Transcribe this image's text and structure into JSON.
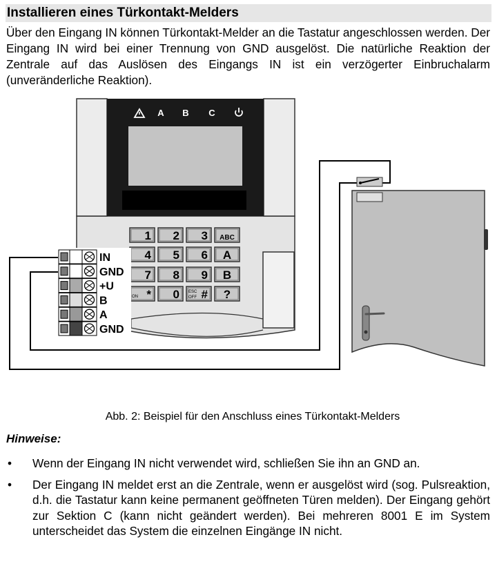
{
  "title": "Installieren eines Türkontakt-Melders",
  "intro": "Über den Eingang IN können Türkontakt-Melder an die Tastatur angeschlossen werden. Der Eingang IN wird bei einer Trennung von GND ausgelöst. Die natürliche Reaktion der Zentrale auf das Auslösen des Eingangs IN ist ein verzögerter Einbruchalarm (unveränderliche Reaktion).",
  "keypad": {
    "indicators": [
      "A",
      "B",
      "C"
    ],
    "keys": [
      [
        "1",
        "2",
        "3",
        "ABC"
      ],
      [
        "4",
        "5",
        "6",
        "A"
      ],
      [
        "7",
        "8",
        "9",
        "B"
      ],
      [
        "*",
        "0",
        "#",
        "?"
      ]
    ],
    "key_small": {
      "on": "ON",
      "esc": "ESC",
      "off": "OFF"
    }
  },
  "terminals": [
    "IN",
    "GND",
    "+U",
    "B",
    "A",
    "GND"
  ],
  "caption": "Abb. 2: Beispiel für den Anschluss eines Türkontakt-Melders",
  "notes_heading": "Hinweise:",
  "notes": [
    "Wenn der Eingang IN nicht verwendet wird, schließen Sie ihn an GND an.",
    "Der Eingang IN meldet erst an die Zentrale, wenn er ausgelöst wird (sog. Pulsreaktion, d.h. die Tastatur kann keine permanent geöffneten Türen melden). Der Eingang gehört zur Sektion C (kann nicht geändert werden). Bei mehreren 8001 E im System unterscheidet das System die einzelnen Eingänge IN nicht."
  ]
}
